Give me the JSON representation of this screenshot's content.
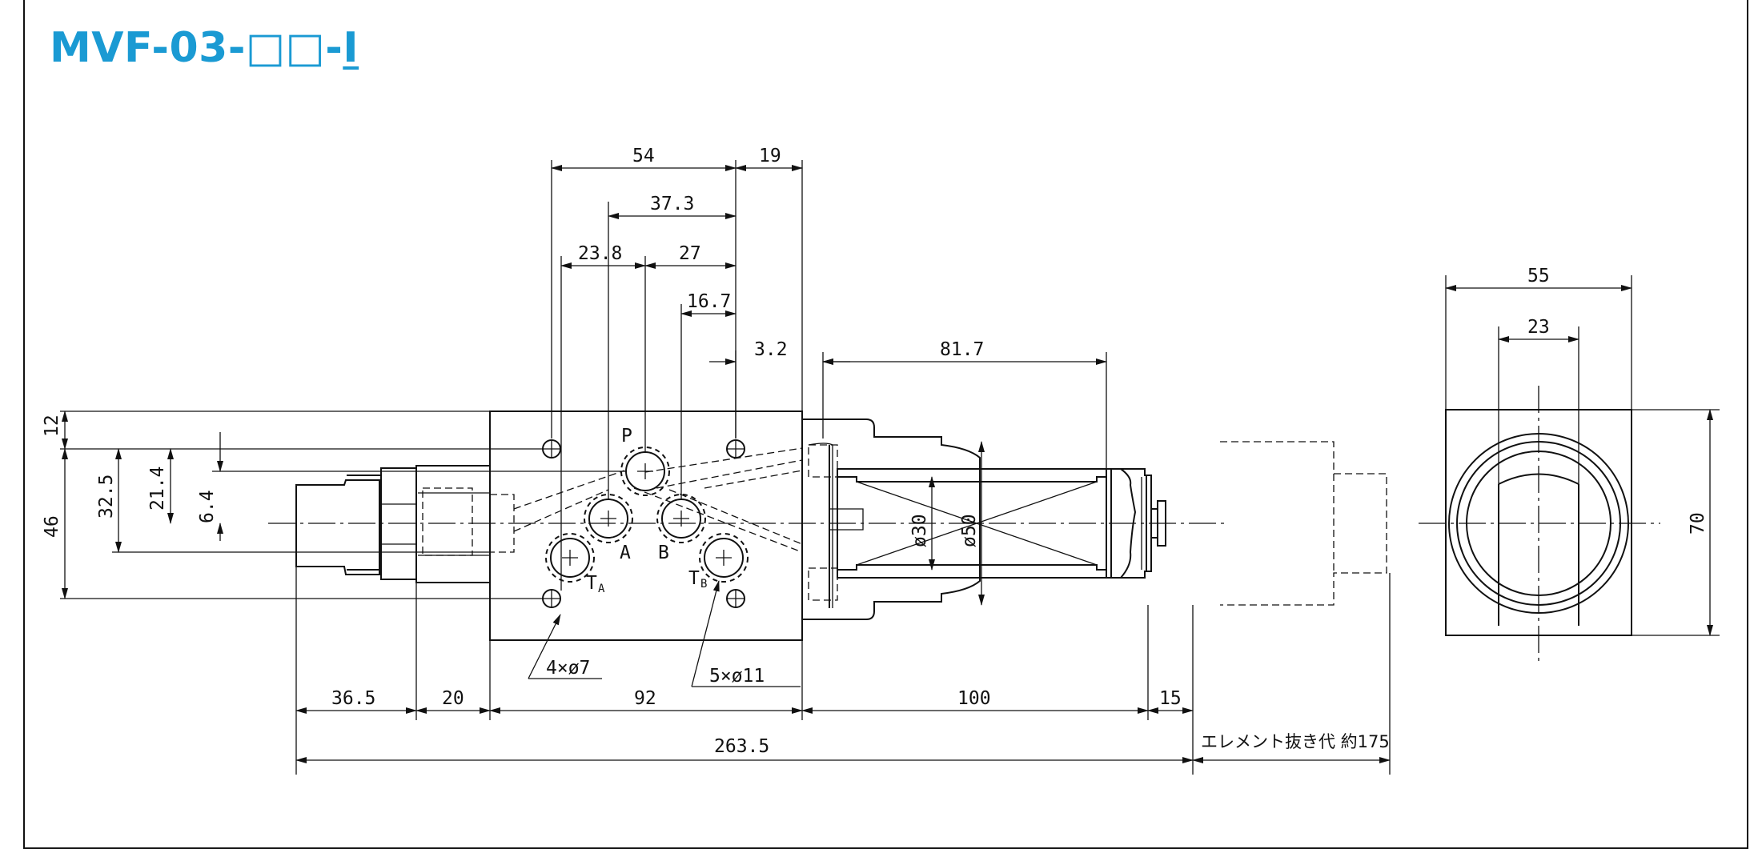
{
  "title": {
    "prefix": "MVF-03-□□-",
    "suffix": "I"
  },
  "front_view": {
    "dimensions": {
      "d54": "54",
      "d19": "19",
      "d37_3": "37.3",
      "d23_8": "23.8",
      "d27": "27",
      "d16_7": "16.7",
      "d3_2": "3.2",
      "d81_7": "81.7",
      "d12": "12",
      "d46": "46",
      "d32_5": "32.5",
      "d21_4": "21.4",
      "d6_4": "6.4",
      "d36_5": "36.5",
      "d20": "20",
      "d92": "92",
      "d100": "100",
      "d15": "15",
      "d263_5": "263.5"
    },
    "port_labels": {
      "p": "P",
      "a": "A",
      "b": "B",
      "ta_main": "T",
      "ta_sub": "A",
      "tb_main": "T",
      "tb_sub": "B"
    },
    "hole_notes": {
      "small_holes": "4×ø7",
      "large_holes": "5×ø11"
    },
    "diameters": {
      "inner": "ø30",
      "outer": "ø50"
    },
    "removal_note": "エレメント抜き代  約175"
  },
  "side_view": {
    "dimensions": {
      "width": "55",
      "inner_width": "23",
      "height": "70"
    }
  }
}
